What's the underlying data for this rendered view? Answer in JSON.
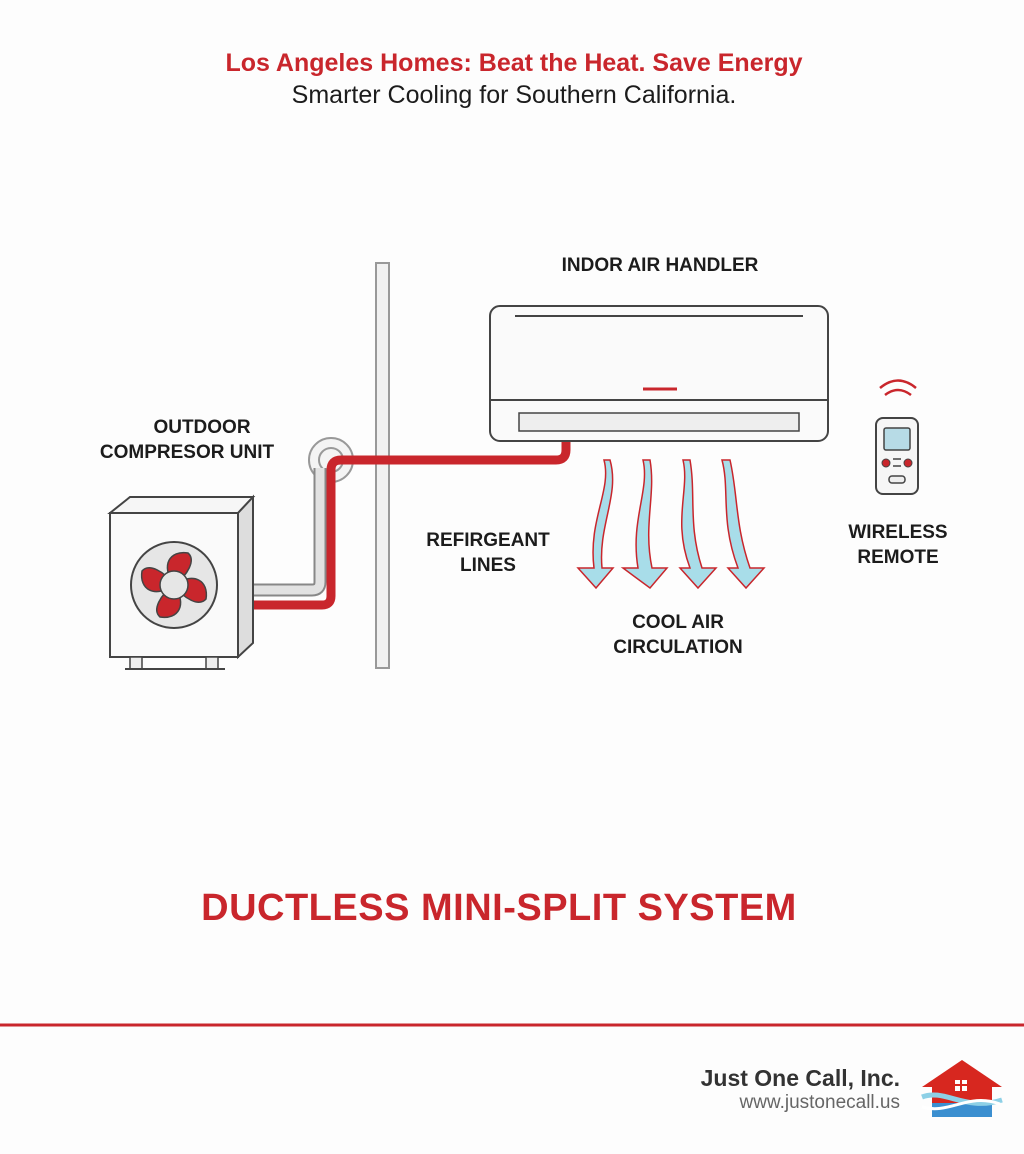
{
  "header": {
    "headline": "Los Angeles Homes: Beat the Heat. Save Energy",
    "subheadline": "Smarter Cooling for Southern California."
  },
  "diagram": {
    "indoor_label": "INDOR AIR HANDLER",
    "outdoor_label_line1": "OUTDOOR",
    "outdoor_label_line2": "COMPRESOR UNIT",
    "refrigerant_label_line1": "REFIRGEANT",
    "refrigerant_label_line2": "LINES",
    "cool_air_label_line1": "COOL AIR",
    "cool_air_label_line2": "CIRCULATION",
    "remote_label_line1": "WIRELESS",
    "remote_label_line2": "REMOTE",
    "title": "DUCTLESS MINI-SPLIT SYSTEM"
  },
  "footer": {
    "company": "Just One Call, Inc.",
    "website": "www.justonecall.us"
  },
  "colors": {
    "accent": "#c9262c",
    "air": "#a8dde9",
    "text": "#1c1c1c"
  }
}
